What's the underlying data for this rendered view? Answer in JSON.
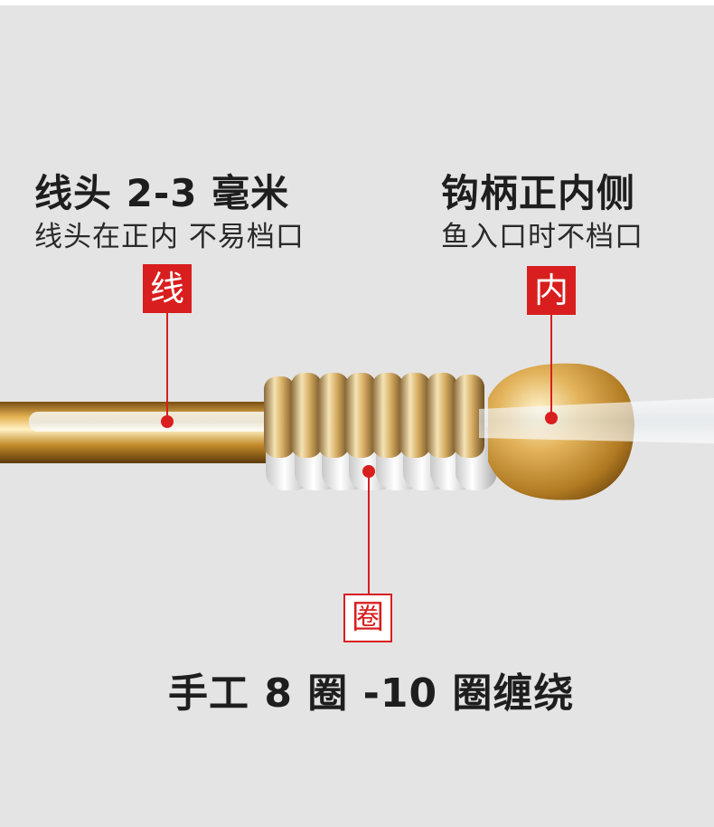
{
  "left_callout": {
    "heading": "线头 2-3 毫米",
    "subtext": "线头在正内 不易档口",
    "tag": "线"
  },
  "right_callout": {
    "heading": "钩柄正内侧",
    "subtext": "鱼入口时不档口",
    "tag": "内"
  },
  "bottom_callout": {
    "tag": "圈",
    "caption": "手工 8 圈 -10 圈缠绕"
  },
  "colors": {
    "background": "#e4e4e4",
    "accent_red": "#d81e1e",
    "gold": "#c9962e"
  }
}
